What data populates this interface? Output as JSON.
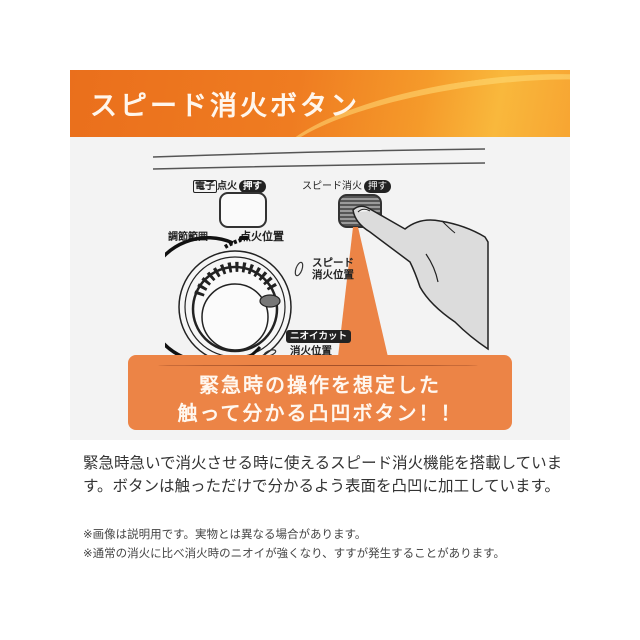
{
  "header": {
    "title": "スピード消火ボタン",
    "accent_color": "#ee7a22"
  },
  "illustration": {
    "ignite_label_boxed": "電子",
    "ignite_label": "点火",
    "ignite_press": "押す",
    "speed_label": "スピード消火",
    "speed_press": "押す",
    "range_label": "調節範囲",
    "ignite_position": "点火位置",
    "speed_off_position_line1": "スピード",
    "speed_off_position_line2": "消火位置",
    "odor_cut_badge": "ニオイカット",
    "odor_cut_position": "消火位置",
    "icons": [
      "ignite-button-icon",
      "speed-extinguish-button-icon",
      "hand-pressing-icon",
      "dial-knob-icon"
    ]
  },
  "callout": {
    "line1": "緊急時の操作を想定した",
    "line2": "触って分かる凸凹ボタン！！",
    "color": "#ec8446"
  },
  "description": {
    "text": "緊急時急いで消火させる時に使えるスピード消火機能を搭載しています。ボタンは触っただけで分かるよう表面を凸凹に加工しています。",
    "notes": [
      "※画像は説明用です。実物とは異なる場合があります。",
      "※通常の消火に比べ消火時のニオイが強くなり、すすが発生することがあります。"
    ]
  }
}
